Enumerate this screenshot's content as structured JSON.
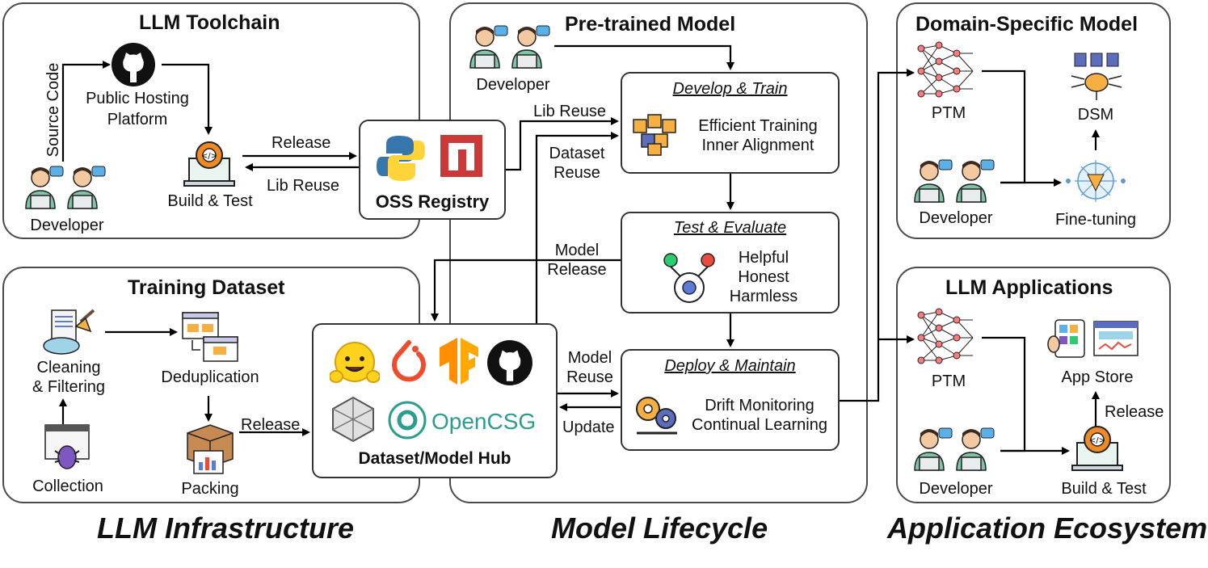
{
  "toolchain": {
    "title": "LLM Toolchain",
    "source_code": "Source Code",
    "hosting": "Public Hosting\nPlatform",
    "developer": "Developer",
    "build_test": "Build & Test",
    "release": "Release",
    "lib_reuse": "Lib Reuse",
    "oss_registry": "OSS Registry"
  },
  "dataset": {
    "title": "Training Dataset",
    "cleaning": "Cleaning\n& Filtering",
    "dedup": "Deduplication",
    "collection": "Collection",
    "packing": "Packing",
    "release": "Release",
    "hub": "Dataset/Model Hub",
    "opencsg": "OpenCSG"
  },
  "lifecycle": {
    "title": "Pre-trained Model",
    "developer": "Developer",
    "lib_reuse": "Lib Reuse",
    "dataset_reuse": "Dataset\nReuse",
    "model_release": "Model\nRelease",
    "model_reuse": "Model\nReuse",
    "update": "Update",
    "develop_title": "Develop & Train",
    "develop_text": "Efficient Training\nInner Alignment",
    "test_title": "Test & Evaluate",
    "test_text": "Helpful\nHonest\nHarmless",
    "deploy_title": "Deploy & Maintain",
    "deploy_text": "Drift Monitoring\nContinual Learning"
  },
  "domain": {
    "title": "Domain-Specific Model",
    "ptm": "PTM",
    "dsm": "DSM",
    "developer": "Developer",
    "finetune": "Fine-tuning"
  },
  "apps": {
    "title": "LLM Applications",
    "ptm": "PTM",
    "app_store": "App Store",
    "developer": "Developer",
    "build_test": "Build & Test",
    "release": "Release"
  },
  "footer": {
    "infra": "LLM Infrastructure",
    "lifecycle": "Model Lifecycle",
    "ecosystem": "Application Ecosystem"
  },
  "colors": {
    "border": "#4a4a4a",
    "python_blue": "#3776ab",
    "python_yellow": "#ffd43b",
    "npm_red": "#cb3837",
    "hf_yellow": "#ffd21e",
    "pytorch_orange": "#ee4c2c",
    "tf_orange": "#ff8f00",
    "opencsg_teal": "#2a9d8f"
  }
}
